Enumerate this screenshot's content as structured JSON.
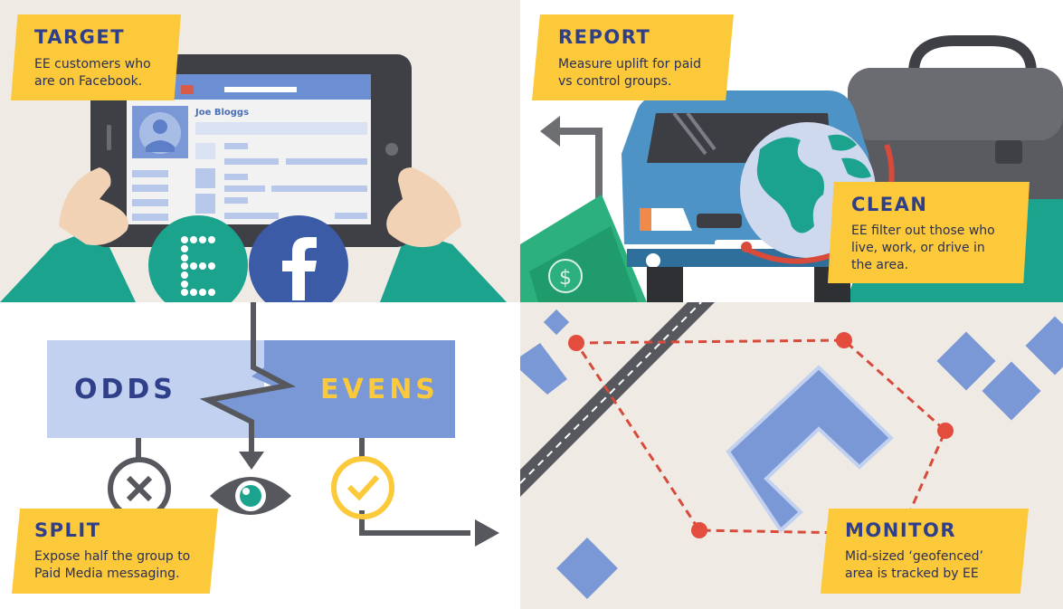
{
  "panels": {
    "target": {
      "title": "TARGET",
      "lines": [
        "EE customers who",
        "are on Facebook."
      ]
    },
    "report": {
      "title": "REPORT",
      "lines": [
        "Measure uplift for paid",
        "vs control groups."
      ]
    },
    "clean": {
      "title": "CLEAN",
      "lines": [
        "EE filter out those who",
        "live, work, or drive in",
        "the area."
      ]
    },
    "split": {
      "title": "SPLIT",
      "lines": [
        "Expose half the group to",
        "Paid Media messaging."
      ]
    },
    "monitor": {
      "title": "MONITOR",
      "lines": [
        "Mid-sized ‘geofenced’",
        "area is tracked by EE"
      ]
    }
  },
  "facebook_profile": {
    "name": "Joe Bloggs"
  },
  "split_groups": {
    "left": "ODDS",
    "right": "EVENS"
  },
  "colors": {
    "label_yellow": "#fcc93a",
    "title_navy": "#2f3f8a",
    "ee_teal": "#1ba38e",
    "facebook_blue": "#3b5ba6",
    "map_block_blue": "#7a98d6",
    "route_red": "#d84a3a"
  },
  "icons": [
    "ee-logo-icon",
    "facebook-logo-icon",
    "cross-icon",
    "eye-icon",
    "check-icon",
    "globe-icon",
    "briefcase-icon",
    "car-icon",
    "money-icon",
    "signpost-icon"
  ]
}
